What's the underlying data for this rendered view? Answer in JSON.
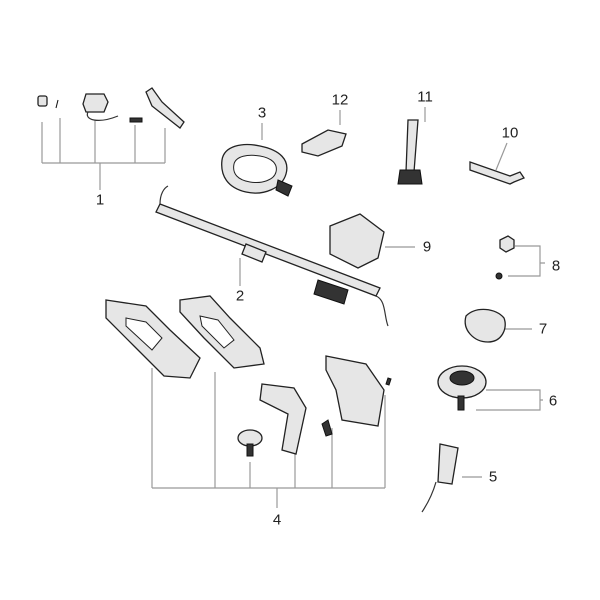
{
  "diagram": {
    "type": "exploded-parts-diagram",
    "callouts": [
      "1",
      "2",
      "3",
      "4",
      "5",
      "6",
      "7",
      "8",
      "9",
      "10",
      "11",
      "12"
    ]
  }
}
